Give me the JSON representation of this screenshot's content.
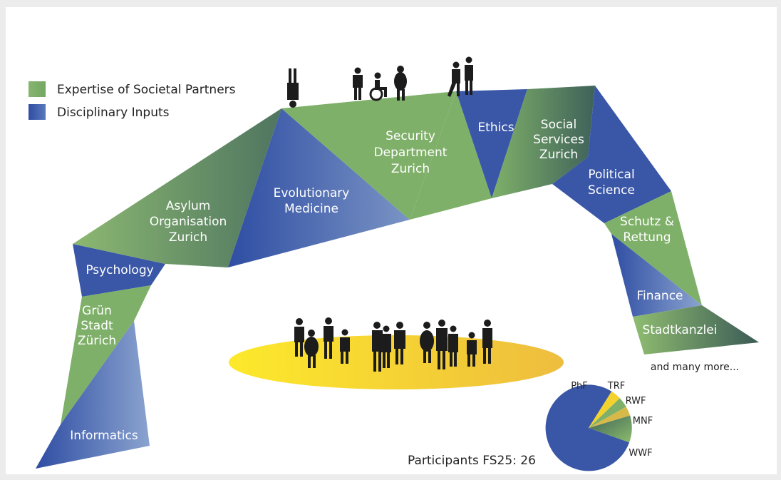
{
  "legend": {
    "societal": "Expertise of Societal Partners",
    "disciplinary": "Disciplinary Inputs"
  },
  "colors": {
    "green": "#7fb069",
    "blue": "#3a57a7",
    "dark_green": "#3d6258",
    "yellow": "#f4d22e",
    "orange": "#eebd3e"
  },
  "labels": {
    "asylum": [
      "Asylum",
      "Organisation",
      "Zurich"
    ],
    "evolutionary": [
      "Evolutionary",
      "Medicine"
    ],
    "security": [
      "Security",
      "Department",
      "Zurich"
    ],
    "ethics": "Ethics",
    "social": [
      "Social",
      "Services",
      "Zurich"
    ],
    "political": [
      "Political",
      "Science"
    ],
    "schutz": [
      "Schutz &",
      "Rettung"
    ],
    "finance": "Finance",
    "stadtkanzlei": "Stadtkanzlei",
    "psychology": "Psychology",
    "gruen": [
      "Grün",
      "Stadt",
      "Zürich"
    ],
    "informatics": "Informatics",
    "many_more": "and many more..."
  },
  "participants": {
    "caption": "Participants FS25: 26"
  },
  "pie_labels": [
    "PhF",
    "TRF",
    "RWF",
    "MNF",
    "WWF"
  ]
}
